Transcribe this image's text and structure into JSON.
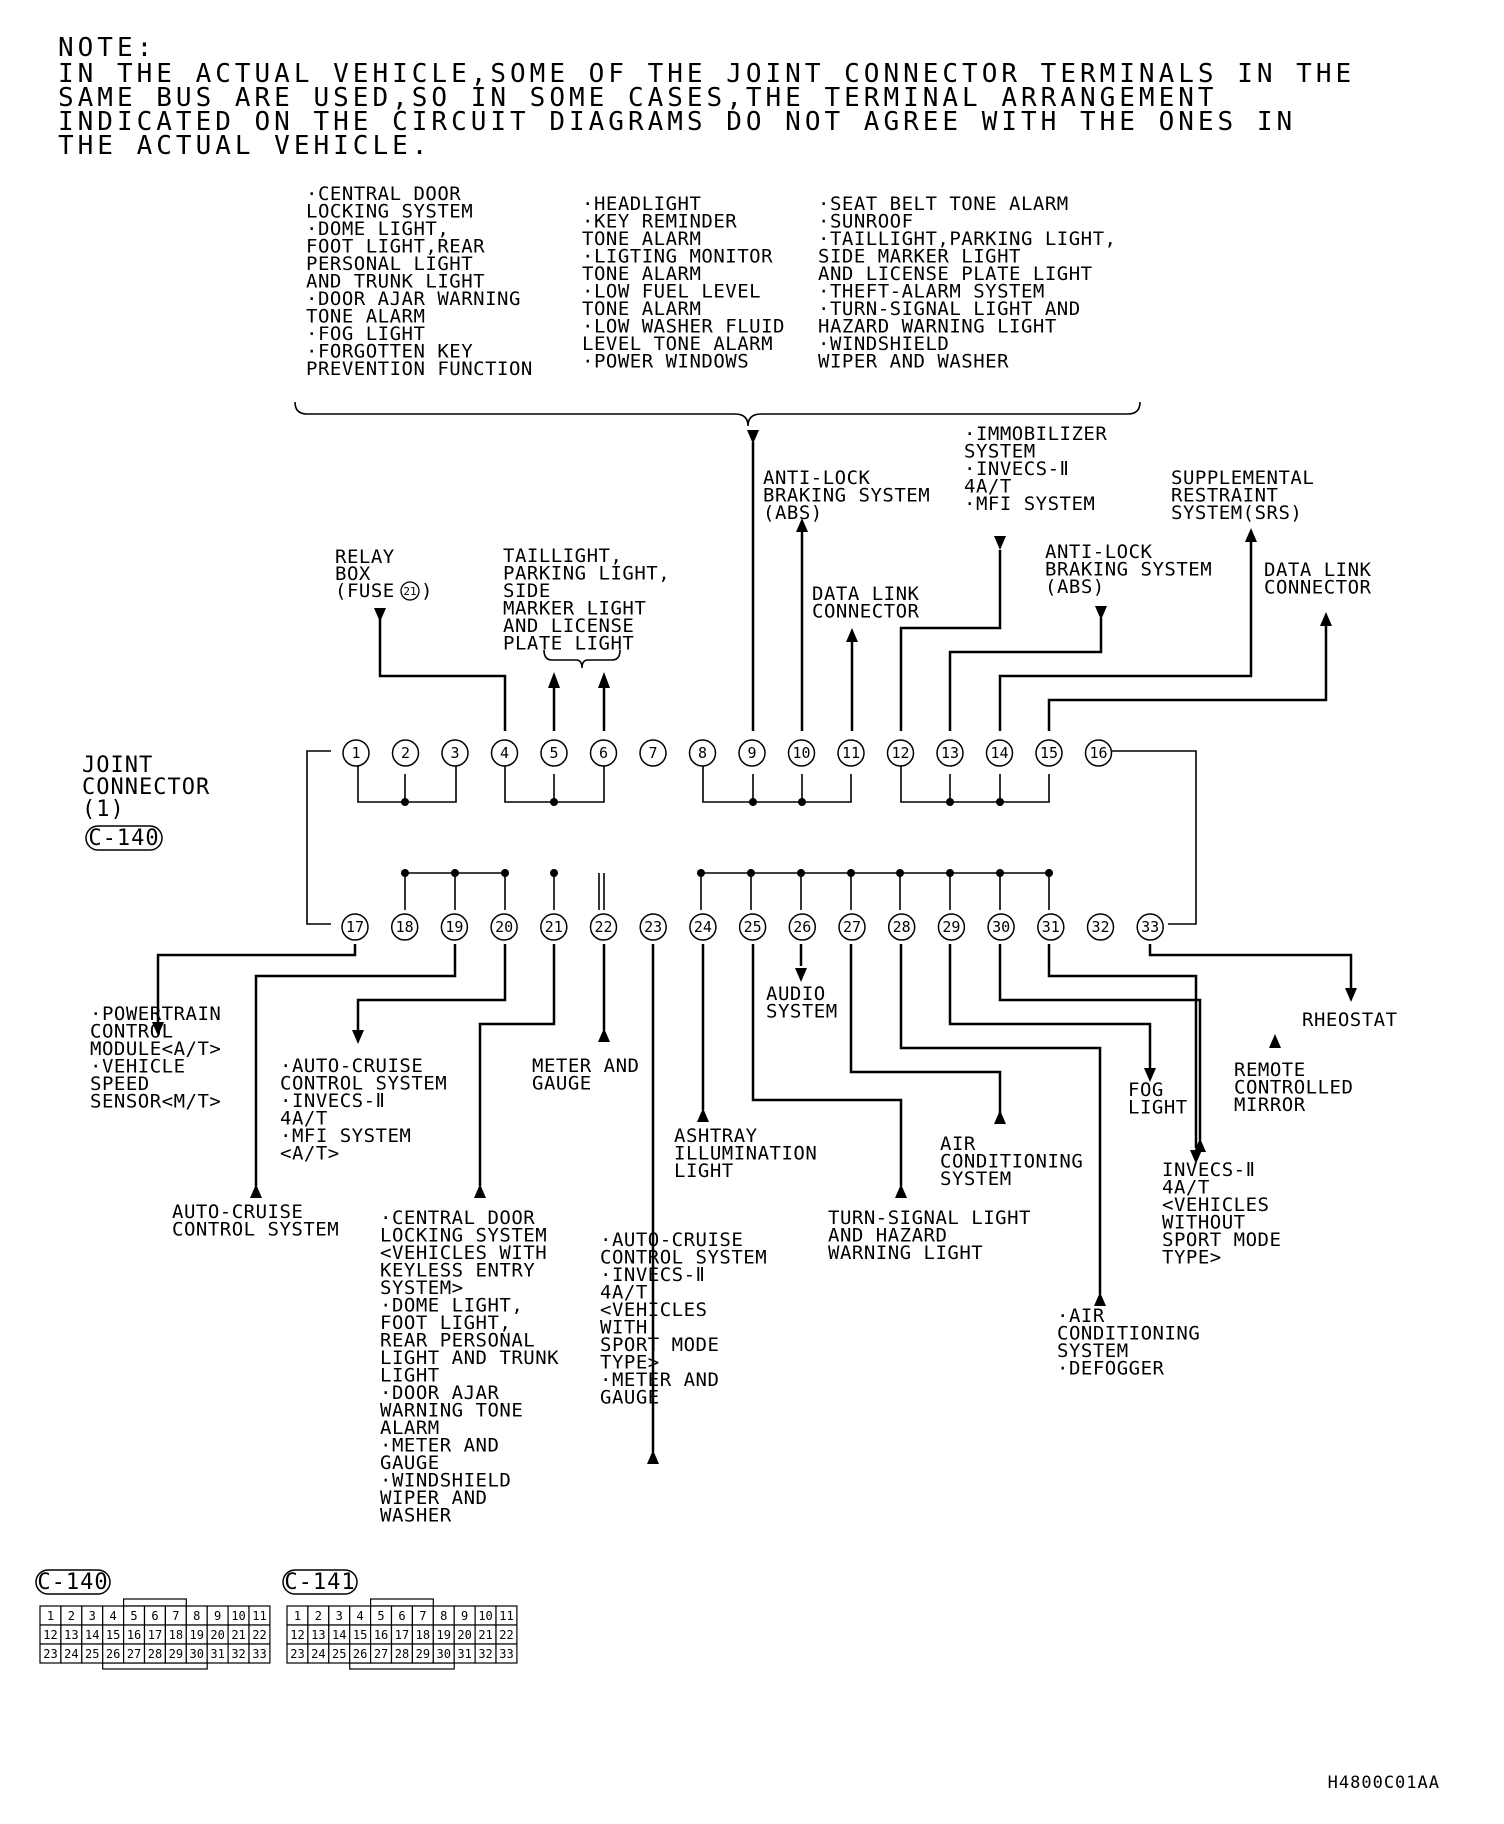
{
  "note": {
    "title": "NOTE:",
    "lines": [
      "IN THE ACTUAL VEHICLE,SOME OF THE JOINT CONNECTOR TERMINALS IN THE",
      "SAME BUS ARE USED,SO IN SOME CASES,THE TERMINAL ARRANGEMENT",
      "INDICATED ON THE CIRCUIT DIAGRAMS DO NOT AGREE WITH THE ONES IN",
      "THE ACTUAL VEHICLE."
    ]
  },
  "top_groups": {
    "col1": [
      "·CENTRAL DOOR",
      " LOCKING SYSTEM",
      "·DOME LIGHT,",
      " FOOT LIGHT,REAR",
      " PERSONAL LIGHT",
      " AND TRUNK LIGHT",
      "·DOOR AJAR WARNING",
      " TONE ALARM",
      "·FOG LIGHT",
      "·FORGOTTEN KEY",
      " PREVENTION FUNCTION"
    ],
    "col2": [
      "·HEADLIGHT",
      "·KEY REMINDER",
      " TONE ALARM",
      "·LIGTING MONITOR",
      " TONE ALARM",
      "·LOW FUEL LEVEL",
      " TONE ALARM",
      "·LOW WASHER FLUID",
      " LEVEL TONE ALARM",
      "·POWER WINDOWS"
    ],
    "col3": [
      "·SEAT BELT TONE ALARM",
      "·SUNROOF",
      "·TAILLIGHT,PARKING LIGHT,",
      " SIDE MARKER LIGHT",
      " AND LICENSE PLATE LIGHT",
      "·THEFT-ALARM SYSTEM",
      "·TURN-SIGNAL LIGHT AND",
      " HAZARD WARNING LIGHT",
      "·WINDSHIELD",
      " WIPER AND WASHER"
    ]
  },
  "upper_labels": {
    "relay_box": [
      "RELAY",
      "BOX",
      "(FUSE"
    ],
    "fuse_number": "21",
    "relay_close": ")",
    "taillight": [
      "TAILLIGHT,",
      "PARKING LIGHT,",
      "SIDE",
      "MARKER LIGHT",
      "AND LICENSE",
      "PLATE LIGHT"
    ],
    "abs_1": [
      "ANTI-LOCK",
      "BRAKING SYSTEM",
      "(ABS)"
    ],
    "data_link_1": [
      "DATA LINK",
      "CONNECTOR"
    ],
    "immobilizer": [
      "·IMMOBILIZER",
      " SYSTEM",
      "·INVECS-Ⅱ",
      " 4A/T",
      "·MFI SYSTEM"
    ],
    "abs_2": [
      "ANTI-LOCK",
      "BRAKING SYSTEM",
      "(ABS)"
    ],
    "srs": [
      "SUPPLEMENTAL",
      "RESTRAINT",
      "SYSTEM(SRS)"
    ],
    "data_link_2": [
      "DATA LINK",
      "CONNECTOR"
    ]
  },
  "joint_connector": {
    "label": [
      "JOINT",
      "CONNECTOR",
      "(1)"
    ],
    "code": "C-140",
    "top_pins": [
      "1",
      "2",
      "3",
      "4",
      "5",
      "6",
      "7",
      "8",
      "9",
      "10",
      "11",
      "12",
      "13",
      "14",
      "15",
      "16"
    ],
    "bottom_pins": [
      "17",
      "18",
      "19",
      "20",
      "21",
      "22",
      "23",
      "24",
      "25",
      "26",
      "27",
      "28",
      "29",
      "30",
      "31",
      "32",
      "33"
    ]
  },
  "lower_labels": {
    "pcm": [
      "·POWERTRAIN",
      " CONTROL",
      " MODULE<A/T>",
      "·VEHICLE",
      " SPEED",
      " SENSOR<M/T>"
    ],
    "auto_cruise_1": [
      "AUTO-CRUISE",
      "CONTROL SYSTEM"
    ],
    "auto_cruise_2": [
      "·AUTO-CRUISE",
      " CONTROL SYSTEM",
      "·INVECS-Ⅱ",
      " 4A/T",
      "·MFI SYSTEM",
      " <A/T>"
    ],
    "central_door": [
      "·CENTRAL DOOR",
      " LOCKING SYSTEM",
      " <VEHICLES WITH",
      "  KEYLESS ENTRY",
      "  SYSTEM>",
      "·DOME LIGHT,",
      " FOOT LIGHT,",
      " REAR PERSONAL",
      " LIGHT AND TRUNK",
      " LIGHT",
      "·DOOR AJAR",
      " WARNING TONE",
      " ALARM",
      "·METER AND",
      " GAUGE",
      "·WINDSHIELD",
      " WIPER AND",
      " WASHER"
    ],
    "meter_gauge": [
      "METER AND",
      "GAUGE"
    ],
    "auto_cruise_3": [
      "·AUTO-CRUISE",
      " CONTROL SYSTEM",
      "·INVECS-Ⅱ",
      " 4A/T",
      " <VEHICLES",
      "  WITH",
      "  SPORT MODE",
      "  TYPE>",
      "·METER AND",
      " GAUGE"
    ],
    "ashtray": [
      "ASHTRAY",
      "ILLUMINATION",
      "LIGHT"
    ],
    "audio": [
      "AUDIO",
      "SYSTEM"
    ],
    "turn_signal": [
      "TURN-SIGNAL LIGHT",
      "AND HAZARD",
      "WARNING LIGHT"
    ],
    "air_cond_1": [
      "AIR",
      "CONDITIONING",
      "SYSTEM"
    ],
    "air_cond_2": [
      "·AIR",
      " CONDITIONING",
      " SYSTEM",
      "·DEFOGGER"
    ],
    "fog": [
      "FOG",
      "LIGHT"
    ],
    "invecs_wo": [
      "INVECS-Ⅱ",
      "4A/T",
      "<VEHICLES",
      " WITHOUT",
      " SPORT MODE",
      " TYPE>"
    ],
    "remote_mirror": [
      "REMOTE",
      "CONTROLLED",
      "MIRROR"
    ],
    "rheostat": "RHEOSTAT"
  },
  "connector_faces": [
    {
      "code": "C-140",
      "rows": [
        [
          "1",
          "2",
          "3",
          "4",
          "5",
          "6",
          "7",
          "8",
          "9",
          "10",
          "11"
        ],
        [
          "12",
          "13",
          "14",
          "15",
          "16",
          "17",
          "18",
          "19",
          "20",
          "21",
          "22"
        ],
        [
          "23",
          "24",
          "25",
          "26",
          "27",
          "28",
          "29",
          "30",
          "31",
          "32",
          "33"
        ]
      ]
    },
    {
      "code": "C-141",
      "rows": [
        [
          "1",
          "2",
          "3",
          "4",
          "5",
          "6",
          "7",
          "8",
          "9",
          "10",
          "11"
        ],
        [
          "12",
          "13",
          "14",
          "15",
          "16",
          "17",
          "18",
          "19",
          "20",
          "21",
          "22"
        ],
        [
          "23",
          "24",
          "25",
          "26",
          "27",
          "28",
          "29",
          "30",
          "31",
          "32",
          "33"
        ]
      ]
    }
  ],
  "figure_code": "H4800C01AA"
}
